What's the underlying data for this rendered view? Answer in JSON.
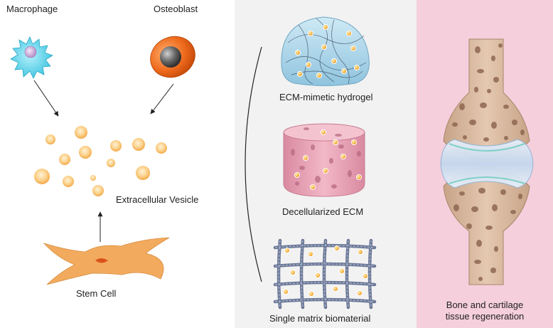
{
  "left_panel": {
    "macrophage_label": "Macrophage",
    "osteoblast_label": "Osteoblast",
    "ev_label": "Extracellular Vesicle",
    "stem_cell_label": "Stem Cell"
  },
  "middle_panel": {
    "hydrogel_label": "ECM-mimetic hydrogel",
    "decell_label": "Decellularized ECM",
    "matrix_label": "Single matrix biomaterial"
  },
  "right_panel": {
    "regen_label_line1": "Bone and cartilage",
    "regen_label_line2": "tissue regeneration"
  },
  "colors": {
    "left_bg": "#ffffff",
    "middle_bg": "#f2f2f2",
    "right_bg": "#f5cfdc",
    "macrophage": "#4fd0e8",
    "osteoblast": "#e85d12",
    "vesicle": "#f7b85a",
    "stem_cell": "#f0a85a",
    "hydrogel": "#a9d6ea",
    "decell_ecm": "#e8a0b4",
    "bone": "#d8b8a0",
    "cartilage": "#c9dbec"
  }
}
